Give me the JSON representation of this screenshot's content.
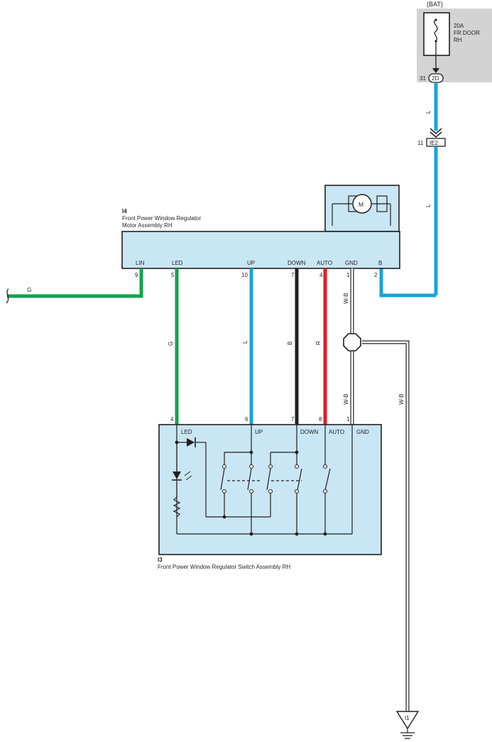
{
  "colors": {
    "panel_fill": "#c9e6f4",
    "fuse_box_fill": "#d3d3d3",
    "wire_L": "#17a3e0",
    "wire_G": "#10a44c",
    "wire_B": "#231f20",
    "wire_R": "#e31e24",
    "wire_WB": "#ffffff"
  },
  "fuse_box": {
    "source": "(BAT)",
    "fuse_label_line1": "20A",
    "fuse_label_line2": "FR DOOR",
    "fuse_label_line3": "RH",
    "connector": "2D",
    "connector_pin": "31"
  },
  "junction_connector": {
    "name": "IE2",
    "pin": "11"
  },
  "motor": {
    "id": "I4",
    "name_line1": "Front Power Window Regulator",
    "name_line2": "Motor Assembly RH",
    "motor_symbol": "M",
    "terminals": [
      {
        "name": "LIN",
        "pin": "9"
      },
      {
        "name": "LED",
        "pin": "5"
      },
      {
        "name": "UP",
        "pin": "10"
      },
      {
        "name": "DOWN",
        "pin": "7"
      },
      {
        "name": "AUTO",
        "pin": "4"
      },
      {
        "name": "GND",
        "pin": "1"
      },
      {
        "name": "B",
        "pin": "2"
      }
    ]
  },
  "switch": {
    "id": "I3",
    "name": "Front Power Window Regulator Switch Assembly RH",
    "terminals": [
      {
        "name": "LED",
        "pin": "4"
      },
      {
        "name": "UP",
        "pin": "6"
      },
      {
        "name": "DOWN",
        "pin": "7"
      },
      {
        "name": "AUTO",
        "pin": "8"
      },
      {
        "name": "GND",
        "pin": "1"
      }
    ]
  },
  "wires": {
    "bat_wire_color_upper": "L",
    "bat_wire_color_lower": "L",
    "lin_wire_color": "G",
    "led_wire_color": "G",
    "up_wire_color": "L",
    "down_wire_color": "B",
    "auto_wire_color": "R",
    "gnd_wire_color_upper": "W-B",
    "gnd_wire_color_lower": "W-B",
    "ground_branch_color": "W-B"
  },
  "ground": {
    "name": "I1"
  }
}
